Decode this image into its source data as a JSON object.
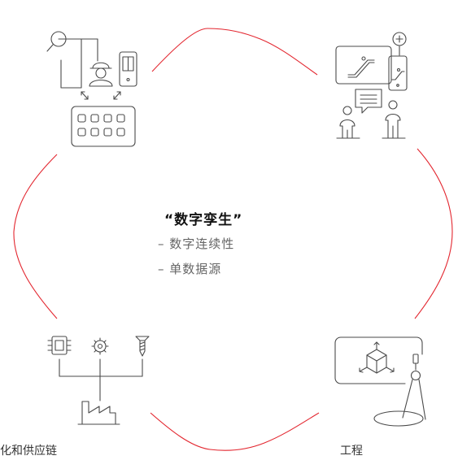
{
  "center": {
    "title": "“数字孪生”",
    "lines": [
      "– 数字连续性",
      "– 单数据源"
    ]
  },
  "corners": {
    "bottom_left_label": "化和供应链",
    "bottom_right_label": "工程"
  },
  "colors": {
    "ring": "#e3262f",
    "icon_stroke": "#4a4a4a",
    "title": "#111111",
    "subtitle": "#666666"
  },
  "icons": {
    "top_left": [
      "magnifier-icon",
      "worker-icon",
      "tablet-icon",
      "control-panel-icon"
    ],
    "top_right": [
      "escalator-screen-icon",
      "phone-escalator-icon",
      "add-icon",
      "chat-icon",
      "person-icon"
    ],
    "bottom_left": [
      "chip-icon",
      "gear-icon",
      "screw-icon",
      "factory-icon"
    ],
    "bottom_right": [
      "3d-cube-icon",
      "compass-icon"
    ]
  }
}
